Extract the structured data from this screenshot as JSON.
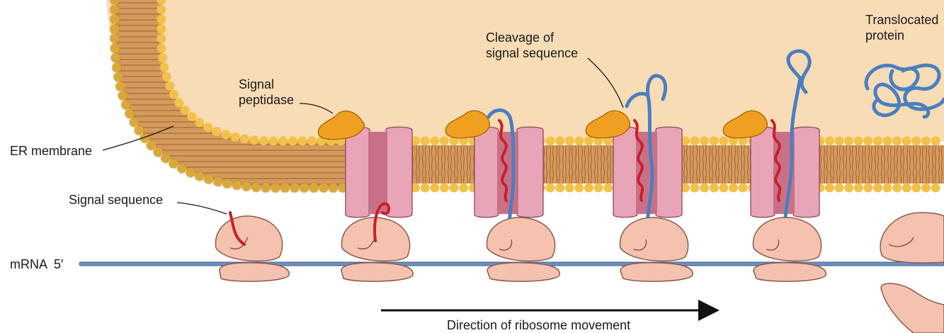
{
  "labels": {
    "er_membrane": "ER membrane",
    "signal_sequence": "Signal sequence",
    "mrna": "mRNA  5′",
    "signal_peptidase": [
      "Signal",
      "peptidase"
    ],
    "cleavage": [
      "Cleavage of",
      "signal sequence"
    ],
    "translocated_protein": [
      "Translocated",
      "protein"
    ],
    "direction": "Direction of ribosome movement"
  },
  "colors": {
    "er_lumen": "#f8dcb6",
    "lipid_head": "#f2c14a",
    "lipid_tail": "#c98a4a",
    "translocon": "#d88ea4",
    "signal_peptidase": "#f0a020",
    "signal_sequence": "#c8202a",
    "polypeptide": "#4a7fbf",
    "ribosome": "#f6c2b0",
    "mrna": "#6f8fc0"
  },
  "icons": [
    "signal-peptidase-icon",
    "translocon-channel-icon",
    "ribosome-icon",
    "polypeptide-chain-icon",
    "direction-arrow-icon"
  ]
}
